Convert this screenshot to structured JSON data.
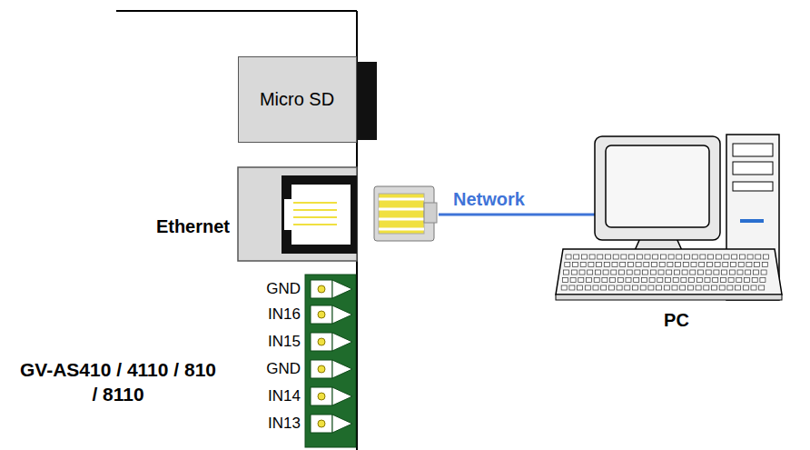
{
  "diagram": {
    "nodes": [
      {
        "text": [
          "Micro SD"
        ]
      },
      {
        "text": [
          "Ethernet"
        ]
      },
      {
        "text": [
          "PC"
        ]
      }
    ],
    "edges": [
      {
        "from": 1,
        "to": 2,
        "label": "Network",
        "arrow": "none"
      }
    ],
    "labels": [
      "GND",
      "IN16",
      "IN15",
      "GND",
      "IN14",
      "IN13",
      "GV-AS410 / 4110 / 810 / 8110"
    ]
  }
}
